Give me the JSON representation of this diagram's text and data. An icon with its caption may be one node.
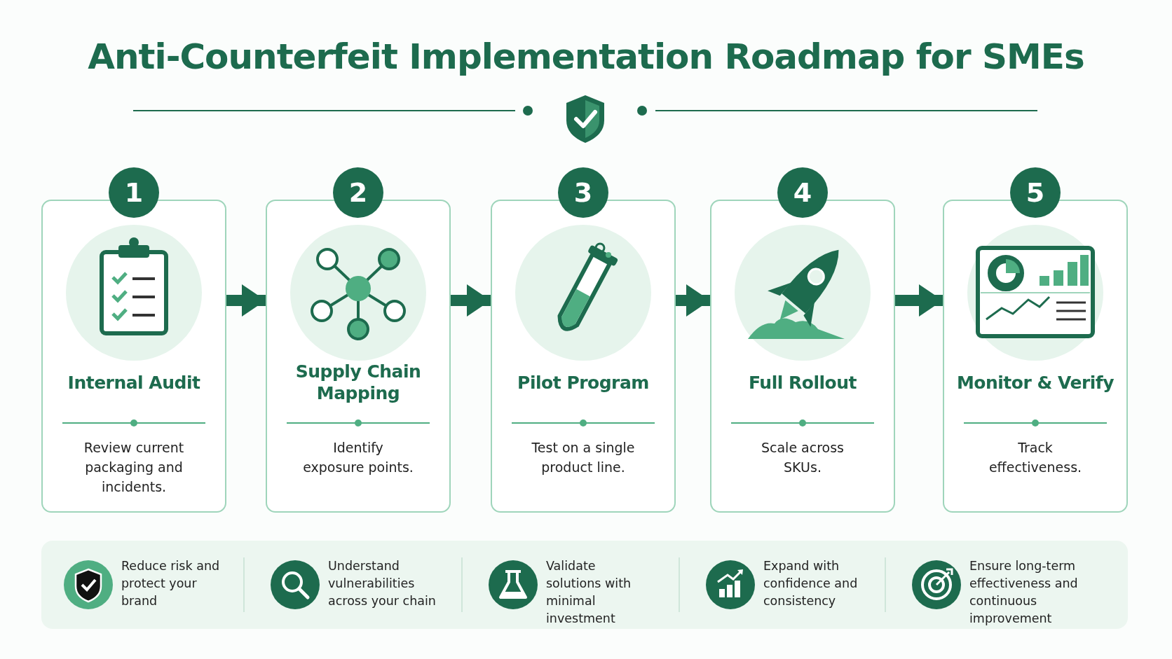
{
  "diagram": {
    "title": "Anti-Counterfeit Implementation Roadmap for SMEs",
    "nodes": [
      {
        "text": [
          "1",
          "Internal Audit",
          "Review current packaging and incidents."
        ]
      },
      {
        "text": [
          "2",
          "Supply Chain Mapping",
          "Identify exposure points."
        ]
      },
      {
        "text": [
          "3",
          "Pilot Program",
          "Test on a single product line."
        ]
      },
      {
        "text": [
          "4",
          "Full Rollout",
          "Scale across SKUs."
        ]
      },
      {
        "text": [
          "5",
          "Monitor & Verify",
          "Track effectiveness."
        ]
      },
      {
        "text": [
          "Reduce risk and protect your brand",
          "Understand vulnerabilities across your chain",
          "Validate solutions with minimal investment",
          "Expand with confidence and consistency",
          "Ensure long-term effectiveness and continuous improvement"
        ]
      }
    ],
    "edges": [
      {
        "from": 0,
        "to": 1,
        "arrow": "to"
      },
      {
        "from": 1,
        "to": 2,
        "arrow": "to"
      },
      {
        "from": 2,
        "to": 3,
        "arrow": "to"
      },
      {
        "from": 3,
        "to": 4,
        "arrow": "to"
      }
    ]
  }
}
